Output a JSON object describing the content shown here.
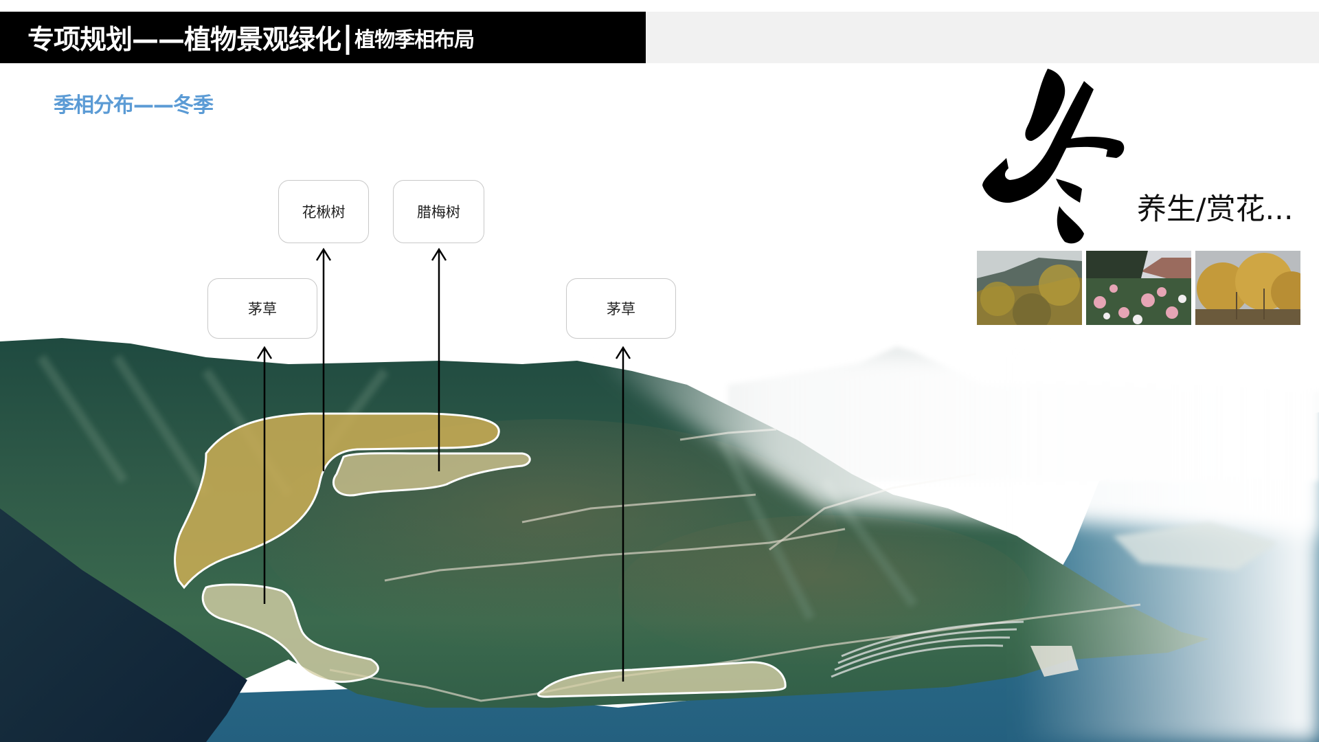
{
  "header": {
    "title_main": "专项规划——植物景观绿化",
    "separator": "|",
    "title_sub": "植物季相布局"
  },
  "section": {
    "subtitle": "季相分布——冬季"
  },
  "season_panel": {
    "season_glyph": "冬",
    "caption": "养生/赏花...",
    "photos": [
      {
        "name": "winter-forest-photo",
        "desc": "yellow-flowering trees on mountain slope"
      },
      {
        "name": "winter-rhododendron-photo",
        "desc": "pink and white flowering shrubs"
      },
      {
        "name": "winter-wintersweet-photo",
        "desc": "yellow wintersweet trees"
      }
    ]
  },
  "labels": [
    {
      "id": "hualiu",
      "text": "花楸树"
    },
    {
      "id": "lamei",
      "text": "腊梅树"
    },
    {
      "id": "maocao-left",
      "text": "茅草"
    },
    {
      "id": "maocao-right",
      "text": "茅草"
    }
  ],
  "colors": {
    "header_bg": "#000000",
    "header_strip": "#f1f1f1",
    "subtitle": "#5b9bd5",
    "zone_gold": "#cdae55",
    "zone_olive": "#cfc38e",
    "water": "#2b6e8e"
  }
}
